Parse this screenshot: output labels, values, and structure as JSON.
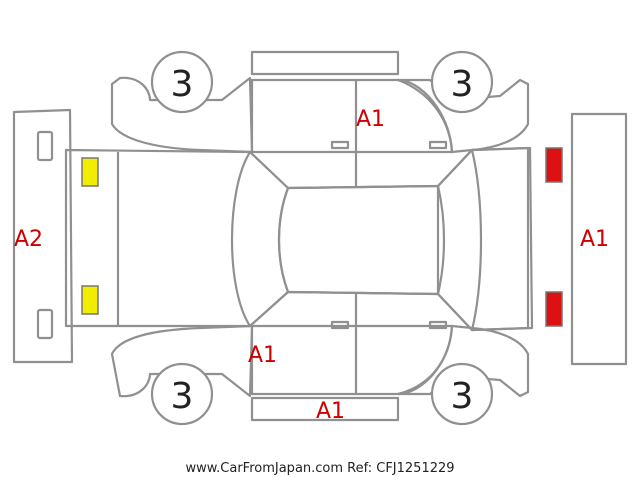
{
  "colors": {
    "outline": "#909090",
    "damage_label": "#cc0000",
    "amber_lamp": "#f2ec00",
    "red_lamp": "#dd1111",
    "text": "#222222"
  },
  "tires": {
    "front_left": "3",
    "front_right": "3",
    "rear_left": "3",
    "rear_right": "3"
  },
  "damage": {
    "roof_right_side": "A1",
    "front_bumper": "A2",
    "rear_bumper": "A1",
    "left_rocker": "A1",
    "left_door_bottom": "A1"
  },
  "footer": {
    "text": "www.CarFromJapan.com Ref: CFJ1251229"
  }
}
